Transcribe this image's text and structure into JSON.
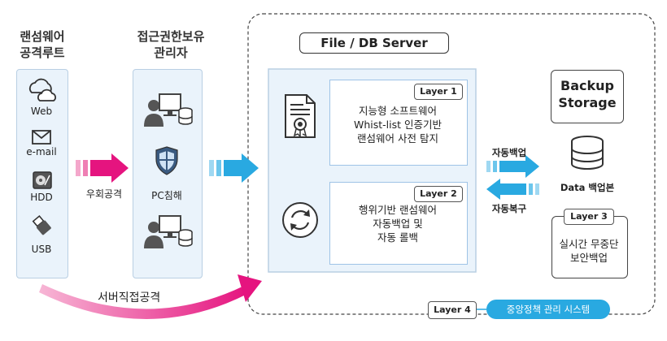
{
  "columns": {
    "ransomware": {
      "title_line1": "랜섬웨어",
      "title_line2": "공격루트",
      "items": [
        {
          "icon": "cloud-icon",
          "label": "Web"
        },
        {
          "icon": "envelope-icon",
          "label": "e-mail"
        },
        {
          "icon": "hdd-icon",
          "label": "HDD"
        },
        {
          "icon": "usb-icon",
          "label": "USB"
        }
      ]
    },
    "admin": {
      "title_line1": "접근권한보유",
      "title_line2": "관리자",
      "pc_label": "PC침해"
    }
  },
  "arrows": {
    "bypass": "우회공격",
    "direct": "서버직접공격",
    "auto_backup": "자동백업",
    "auto_restore": "자동복구"
  },
  "server": {
    "title": "File / DB Server",
    "layer1": {
      "tag": "Layer 1",
      "line1": "지능형 소프트웨어",
      "line2": "Whist-list 인증기반",
      "line3": "랜섬웨어 사전 탐지"
    },
    "layer2": {
      "tag": "Layer 2",
      "line1": "행위기반 랜섬웨어",
      "line2": "자동백업 및",
      "line3": "자동 롤백"
    }
  },
  "backup": {
    "title_line1": "Backup",
    "title_line2": "Storage",
    "data_label": "Data 백업본",
    "layer3": {
      "tag": "Layer 3",
      "line1": "실시간 무중단",
      "line2": "보안백업"
    }
  },
  "layer4": {
    "tag": "Layer 4",
    "system": "중앙정책 관리 시스템"
  },
  "colors": {
    "magenta": "#e5147f",
    "blue": "#29a9e1",
    "panel": "#eaf3fb"
  }
}
